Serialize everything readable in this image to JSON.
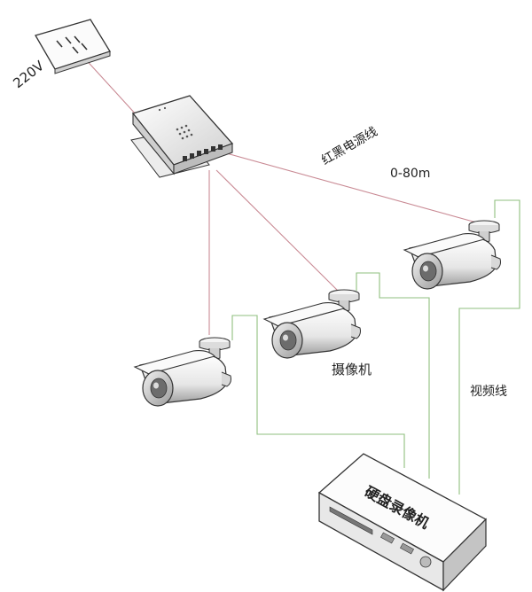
{
  "labels": {
    "voltage": "220V",
    "power_cable": "红黑电源线",
    "distance": "0-80m",
    "camera": "摄像机",
    "video_cable": "视频线",
    "dvr": "硬盘录像机"
  },
  "colors": {
    "power_line": "#c98a94",
    "video_line": "#8fbf7f",
    "outline": "#333333",
    "text": "#222222"
  }
}
